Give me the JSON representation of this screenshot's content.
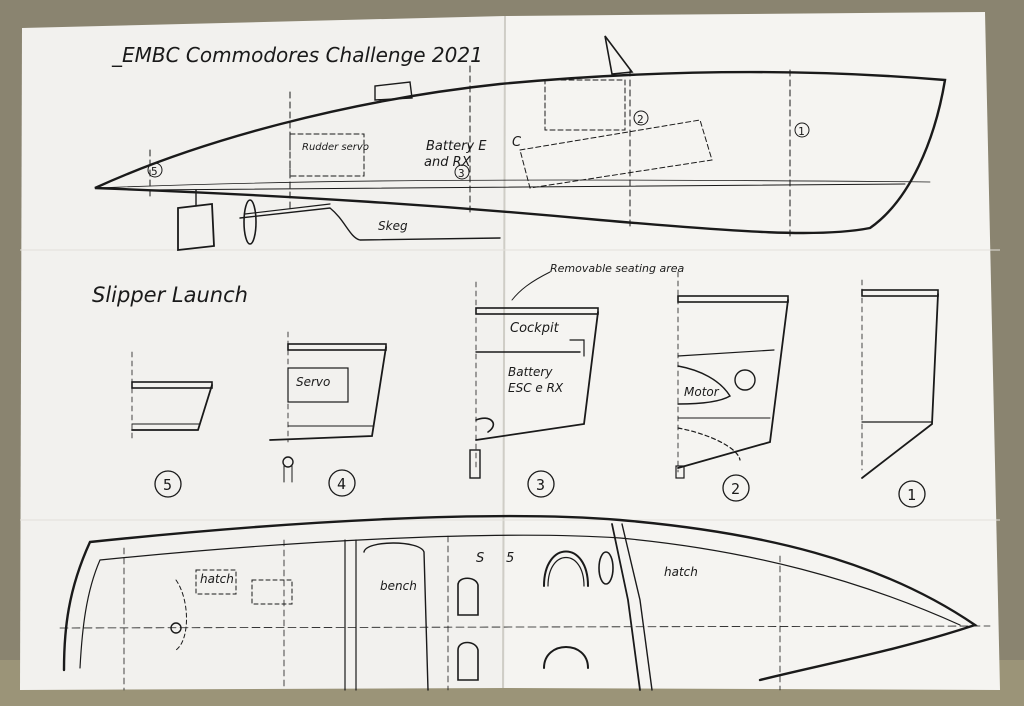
{
  "photo": {
    "subject": "Hand-drawn model boat plan on two taped paper sheets",
    "colors": {
      "table": "#8a8470",
      "paper": "#f4f3f0",
      "paper_shadow": "#d9d7d0",
      "ink": "#1a1a1a",
      "pencil": "#333333"
    }
  },
  "plan": {
    "title": "_EMBC Commodores Challenge 2021",
    "subtitle": "Slipper Launch",
    "side_view": {
      "labels": {
        "rudder_servo": "Rudder servo",
        "battery": "Battery E",
        "battery_c": "C",
        "and_rx": "and RX",
        "skeg": "Skeg",
        "station_5": "5",
        "station_3": "3",
        "station_2": "2",
        "station_1": "1"
      }
    },
    "sections": {
      "removable_seating": "Removable seating area",
      "cockpit": "Cockpit",
      "battery_line1": "Battery",
      "battery_line2": "ESC e RX",
      "servo": "Servo",
      "motor": "Motor",
      "numbers": [
        "5",
        "4",
        "3",
        "2",
        "1"
      ]
    },
    "top_view": {
      "hatch_left": "hatch",
      "bench": "bench",
      "hatch_right": "hatch",
      "marks_a": "S",
      "marks_b": "5"
    }
  }
}
